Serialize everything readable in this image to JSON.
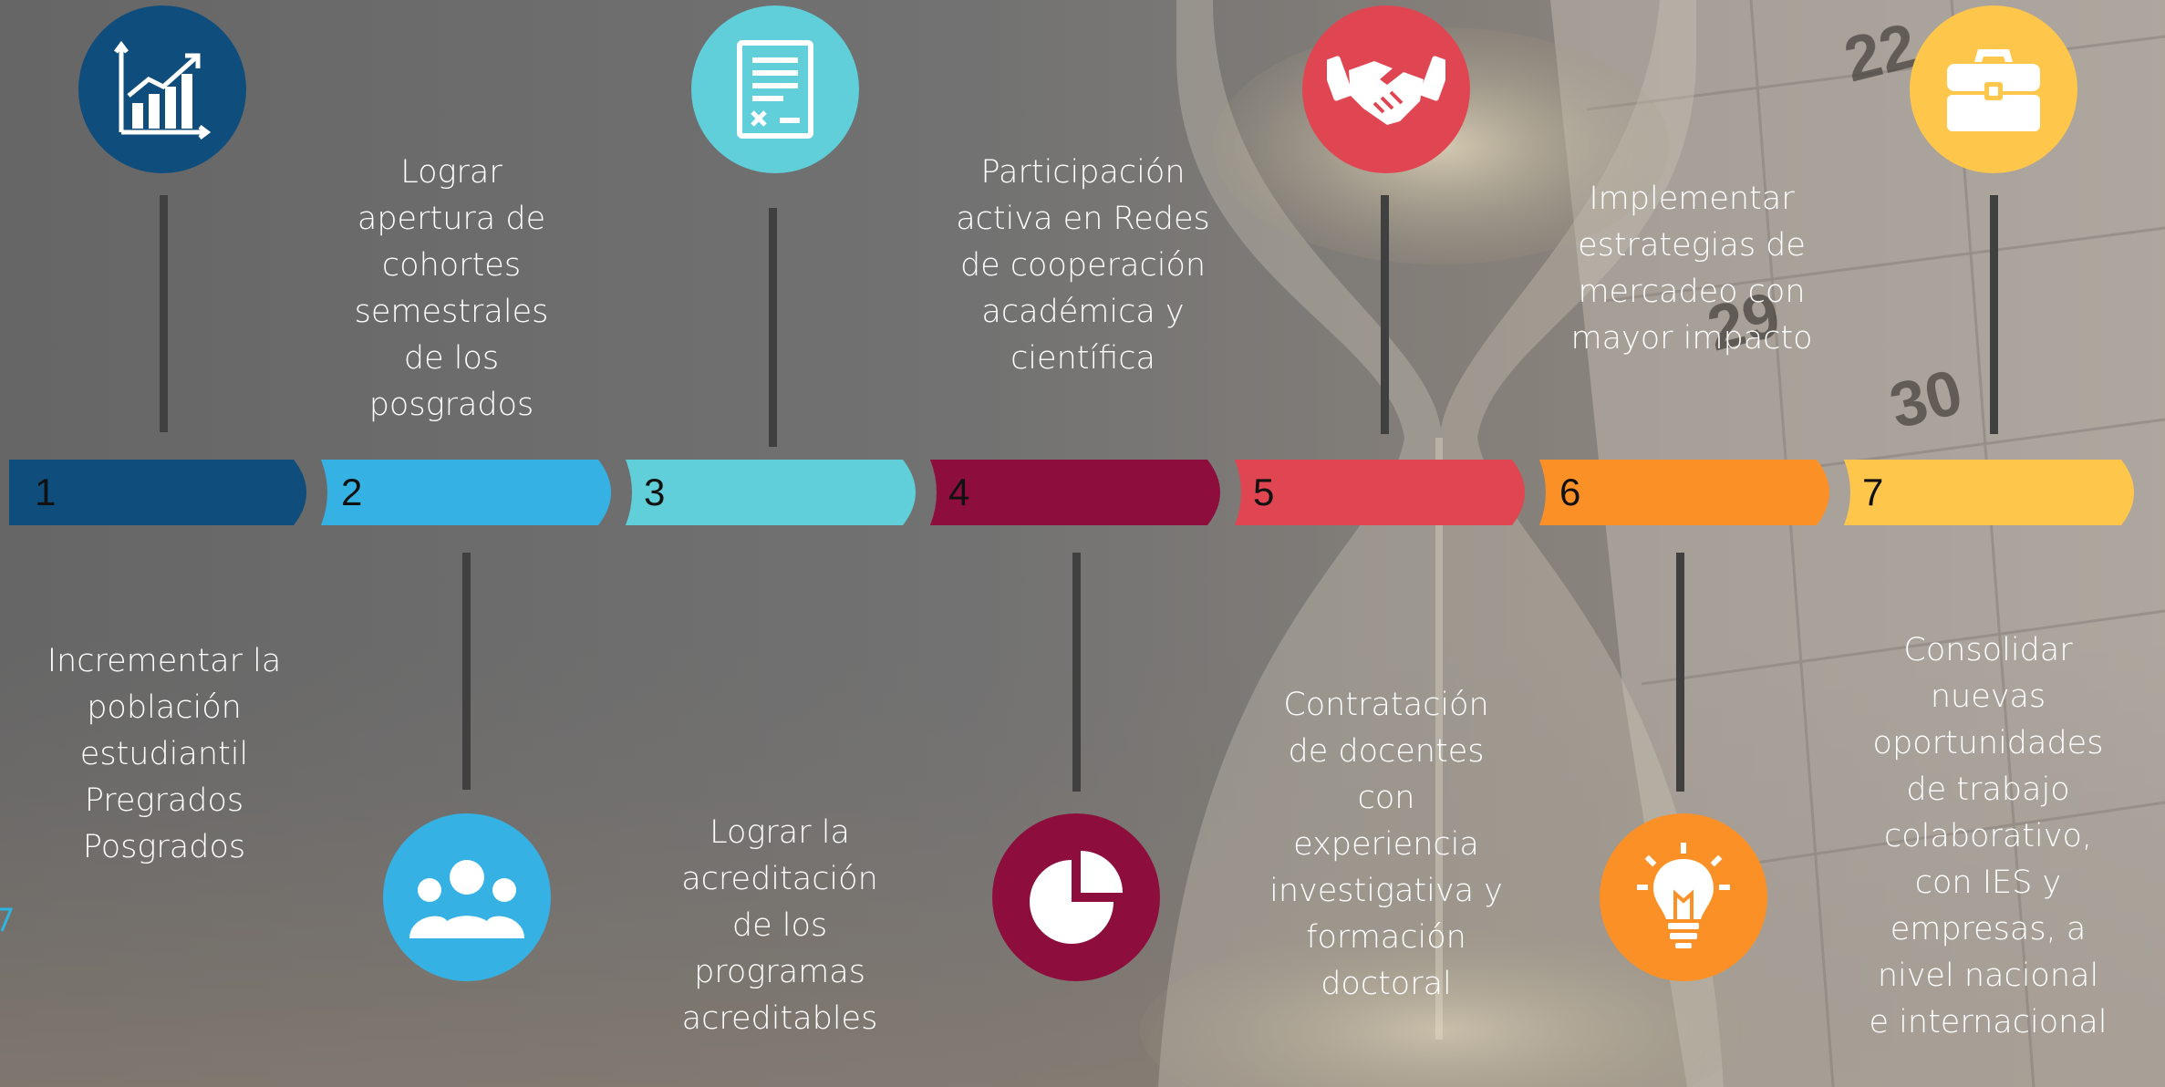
{
  "colors": {
    "s1": "#0e4d7c",
    "s2": "#35b2e3",
    "s3": "#60cfd9",
    "s4": "#8d0e3c",
    "s5": "#e04652",
    "s6": "#fb9126",
    "s7": "#ffc64c",
    "connector": "#404040",
    "text": "#ffffff"
  },
  "steps": [
    {
      "number": "1",
      "text": "Incrementar la población estudiantil Pregrados Posgrados",
      "icon": "bar-chart-growth-icon",
      "color": "#0e4d7c"
    },
    {
      "number": "2",
      "text": "Lograr apertura de cohortes semestrales de los posgrados",
      "icon": "group-people-icon",
      "color": "#35b2e3"
    },
    {
      "number": "3",
      "text": "Lograr la acreditación de los programas acreditables",
      "icon": "document-checklist-icon",
      "color": "#60cfd9"
    },
    {
      "number": "4",
      "text": "Participación activa en Redes de cooperación académica y científica",
      "icon": "pie-chart-icon",
      "color": "#8d0e3c"
    },
    {
      "number": "5",
      "text": "Contratación de docentes con experiencia investigativa y formación doctoral",
      "icon": "handshake-icon",
      "color": "#e04652"
    },
    {
      "number": "6",
      "text": "Implementar estrategias de mercadeo con mayor impacto",
      "icon": "lightbulb-idea-icon",
      "color": "#fb9126"
    },
    {
      "number": "7",
      "text": "Consolidar nuevas oportunidades de trabajo colaborativo, con IES y empresas, a nivel nacional e internacional",
      "icon": "briefcase-icon",
      "color": "#ffc64c"
    }
  ],
  "background": {
    "calendar_days": [
      "22",
      "29",
      "30"
    ]
  }
}
